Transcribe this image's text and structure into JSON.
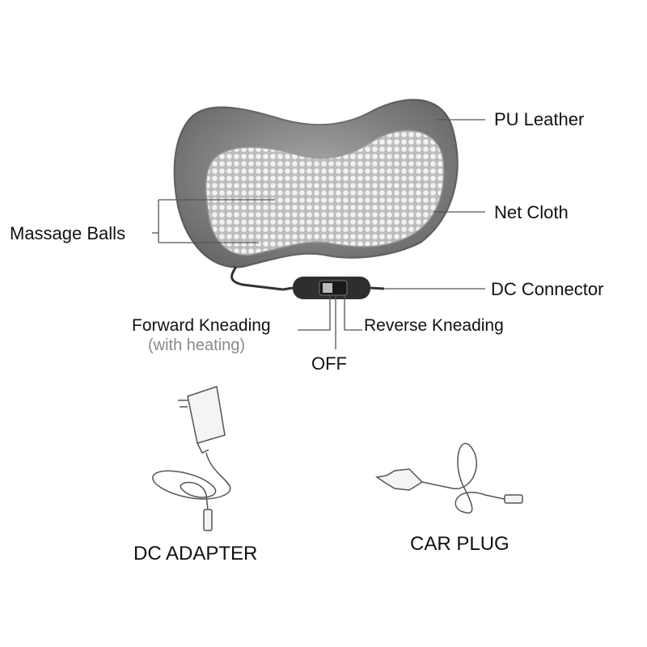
{
  "labels": {
    "pu_leather": "PU Leather",
    "net_cloth": "Net Cloth",
    "massage_balls": "Massage Balls",
    "dc_connector": "DC Connector",
    "forward_kneading": "Forward Kneading",
    "with_heating": "(with heating)",
    "reverse_kneading": "Reverse Kneading",
    "off": "OFF",
    "dc_adapter": "DC ADAPTER",
    "car_plug": "CAR PLUG"
  },
  "colors": {
    "pillow_body": "#8a8a8a",
    "net_panel": "#d4d4d4",
    "leader_lines": "#555555",
    "text": "#111111",
    "subtext": "#8a8a8a"
  }
}
